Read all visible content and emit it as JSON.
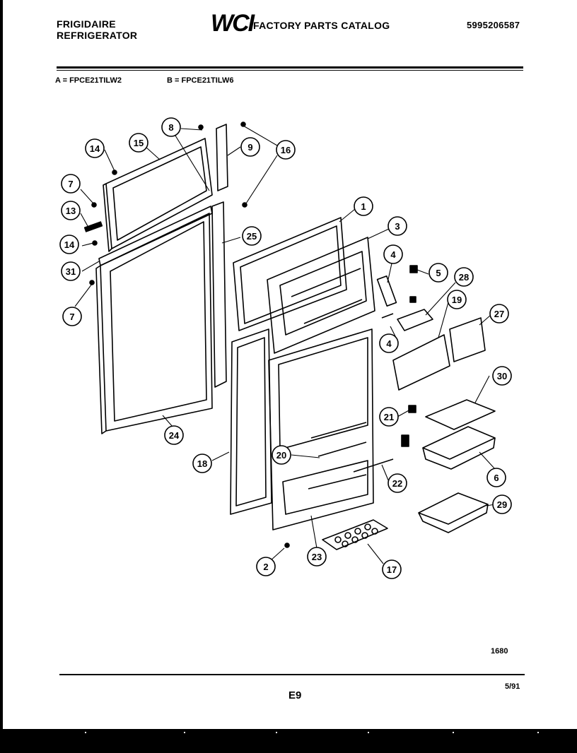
{
  "header": {
    "brand_line1": "FRIGIDAIRE",
    "brand_line2": "REFRIGERATOR",
    "logo": "WCI",
    "catalog_title": "FACTORY PARTS CATALOG",
    "part_number": "5995206587"
  },
  "models": {
    "a": "A = FPCE21TILW2",
    "b": "B = FPCE21TILW6"
  },
  "callouts": [
    "1",
    "2",
    "3",
    "4",
    "4",
    "5",
    "6",
    "7",
    "7",
    "8",
    "9",
    "13",
    "14",
    "14",
    "15",
    "16",
    "17",
    "18",
    "19",
    "20",
    "21",
    "22",
    "23",
    "24",
    "25",
    "27",
    "28",
    "29",
    "30",
    "31"
  ],
  "footer": {
    "figure_code": "1680",
    "page": "E9",
    "date": "5/91"
  }
}
